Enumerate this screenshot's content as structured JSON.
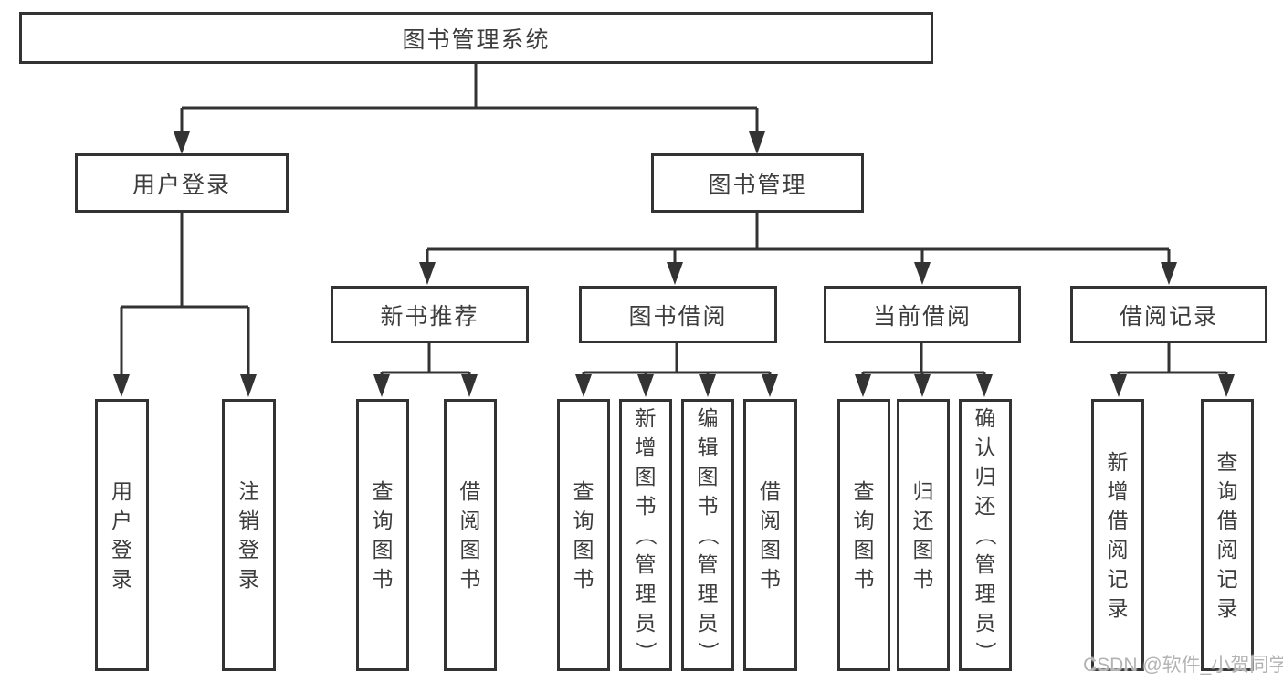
{
  "diagram_type": "hierarchy-tree",
  "colors": {
    "line": "#333333",
    "text": "#3d3d3d",
    "watermark": "#b3b3b3",
    "background": "#ffffff"
  },
  "watermark": "CSDN @软件_小贺同学",
  "tree": {
    "label": "图书管理系统",
    "children": [
      {
        "label": "用户登录",
        "children": [
          {
            "label": "用户登录"
          },
          {
            "label": "注销登录"
          }
        ]
      },
      {
        "label": "图书管理",
        "children": [
          {
            "label": "新书推荐",
            "children": [
              {
                "label": "查询图书"
              },
              {
                "label": "借阅图书"
              }
            ]
          },
          {
            "label": "图书借阅",
            "children": [
              {
                "label": "查询图书"
              },
              {
                "label": "新增图书（管理员）"
              },
              {
                "label": "编辑图书（管理员）"
              },
              {
                "label": "借阅图书"
              }
            ]
          },
          {
            "label": "当前借阅",
            "children": [
              {
                "label": "查询图书"
              },
              {
                "label": "归还图书"
              },
              {
                "label": "确认归还（管理员）"
              }
            ]
          },
          {
            "label": "借阅记录",
            "children": [
              {
                "label": "新增借阅记录"
              },
              {
                "label": "查询借阅记录"
              }
            ]
          }
        ]
      }
    ]
  }
}
